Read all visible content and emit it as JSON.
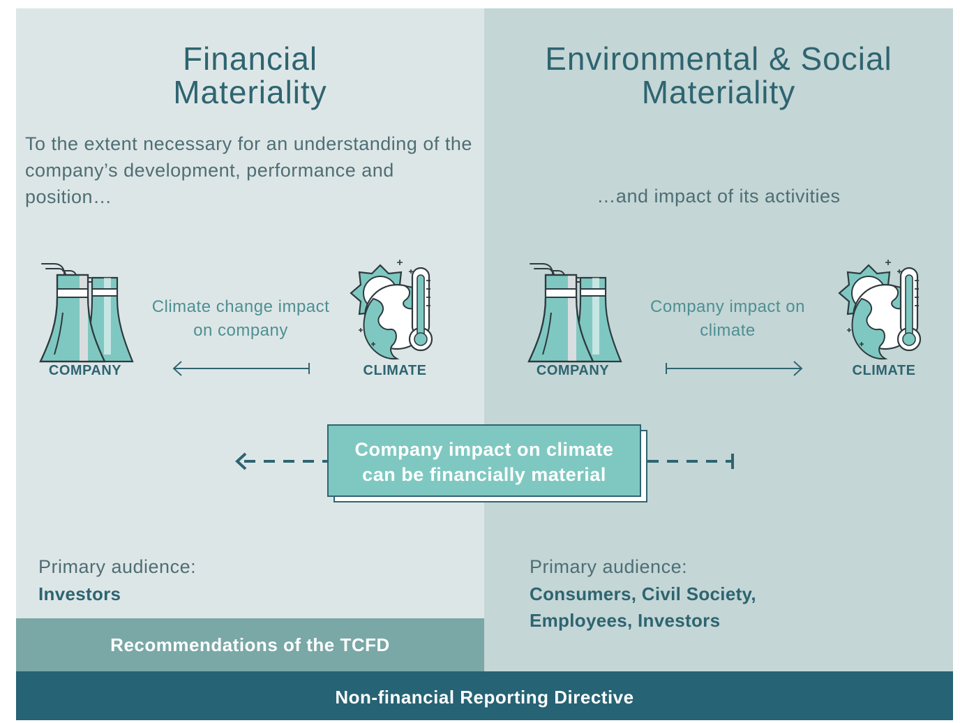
{
  "left": {
    "title_line1": "Financial",
    "title_line2": "Materiality",
    "description": "To the extent necessary for an understanding of the company’s development, performance and position…",
    "company_label": "COMPANY",
    "climate_label": "CLIMATE",
    "relation_text": "Climate change impact on company",
    "audience_label": "Primary audience:",
    "audience_value": "Investors"
  },
  "right": {
    "title_line1": "Environmental & Social",
    "title_line2": "Materiality",
    "description": "…and impact of its activities",
    "company_label": "COMPANY",
    "climate_label": "CLIMATE",
    "relation_text": "Company impact on climate",
    "audience_label": "Primary audience:",
    "audience_value_line1": "Consumers, Civil Society,",
    "audience_value_line2": "Employees, Investors"
  },
  "callout": {
    "line1": "Company impact on climate",
    "line2": "can be financially material"
  },
  "tcfd_label": "Recommendations of the TCFD",
  "nfrd_label": "Non-financial Reporting Directive",
  "icons": {
    "company": "factory-cooling-towers-icon",
    "climate": "globe-thermometer-sun-icon"
  },
  "colors": {
    "left_bg": "#dde6e7",
    "right_bg": "#c4d6d6",
    "teal_dark": "#266374",
    "teal_mid": "#79a8a6",
    "teal_light": "#7fc8c1"
  }
}
